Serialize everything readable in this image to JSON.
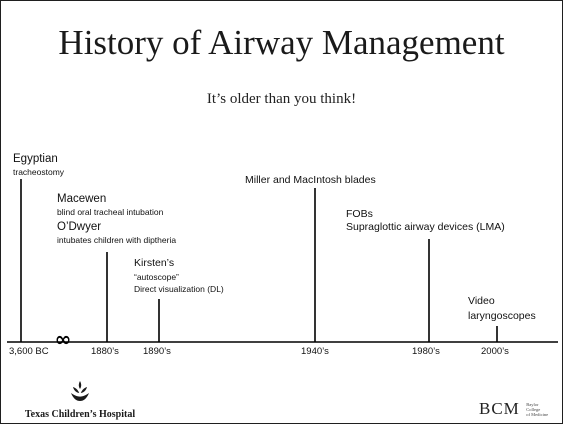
{
  "title": "History of Airway Management",
  "subtitle": "It’s older than you think!",
  "events": [
    {
      "heading": "Egyptian",
      "detail_lines": [
        "tracheostomy"
      ]
    },
    {
      "heading": "Macewen",
      "detail_lines": [
        "blind oral tracheal intubation"
      ]
    },
    {
      "heading": "O’Dwyer",
      "detail_lines": [
        "intubates children with diptheria"
      ]
    },
    {
      "heading": "Kirsten’s",
      "detail_lines": [
        "“autoscope”"
      ],
      "extra": "Direct visualization (DL)"
    },
    {
      "heading": "Miller and MacIntosh blades"
    },
    {
      "heading": "FOBs",
      "extra": "Supraglottic airway devices (LMA)"
    },
    {
      "heading": "Video",
      "extra": "laryngoscopes"
    }
  ],
  "axis": {
    "labels": [
      "3,600 BC",
      "1880’s",
      "1890’s",
      "1940’s",
      "1980’s",
      "2000’s"
    ],
    "break_symbol": "∞"
  },
  "logos": {
    "left_name": "Texas Children’s Hospital",
    "right_name": "BCM",
    "right_sub": [
      "Baylor",
      "College",
      "of Medicine"
    ]
  },
  "colors": {
    "line": "#000000",
    "border": "#1f1f1f"
  }
}
